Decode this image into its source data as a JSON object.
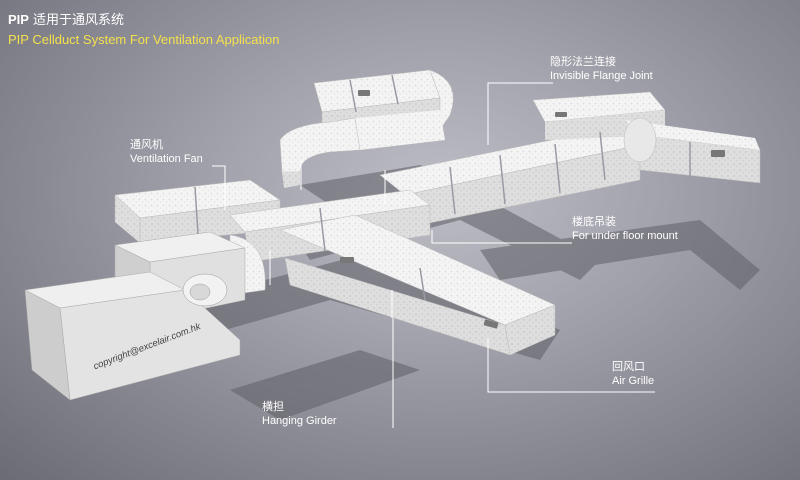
{
  "header": {
    "title_prefix": "PIP",
    "title_cn": "适用于通风系统",
    "title_en": "PIP Cellduct System For Ventilation Application"
  },
  "labels": {
    "flange": {
      "cn": "隐形法兰连接",
      "en": "Invisible Flange Joint"
    },
    "fan": {
      "cn": "通风机",
      "en": "Ventilation Fan"
    },
    "floor_mount": {
      "cn": "楼底吊装",
      "en": "For under floor mount"
    },
    "girder": {
      "cn": "横担",
      "en": "Hanging Girder"
    },
    "grille": {
      "cn": "回风口",
      "en": "Air Grille"
    }
  },
  "copyright": "copyright@excelair.com.hk",
  "colors": {
    "duct_top": "#f6f6f6",
    "duct_side": "#e3e3e3",
    "duct_front": "#cfcfcf",
    "label_text": "#ffffff",
    "title_en": "#f4e04d",
    "shadow": "#5c5c64"
  }
}
